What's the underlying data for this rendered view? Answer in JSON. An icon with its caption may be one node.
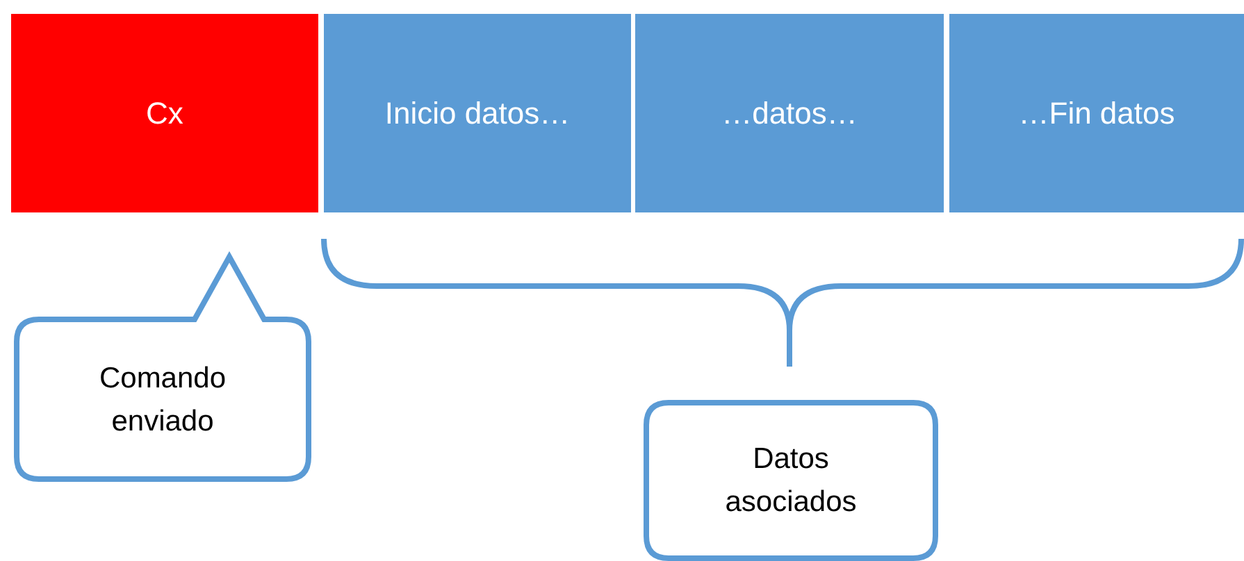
{
  "diagram": {
    "nodes": [
      {
        "text": [
          "Cx"
        ]
      },
      {
        "text": [
          "Inicio datos…"
        ]
      },
      {
        "text": [
          "…datos…"
        ]
      },
      {
        "text": [
          "…Fin datos"
        ]
      },
      {
        "text": [
          "Comando enviado"
        ]
      },
      {
        "text": [
          "Datos asociados"
        ]
      }
    ]
  }
}
